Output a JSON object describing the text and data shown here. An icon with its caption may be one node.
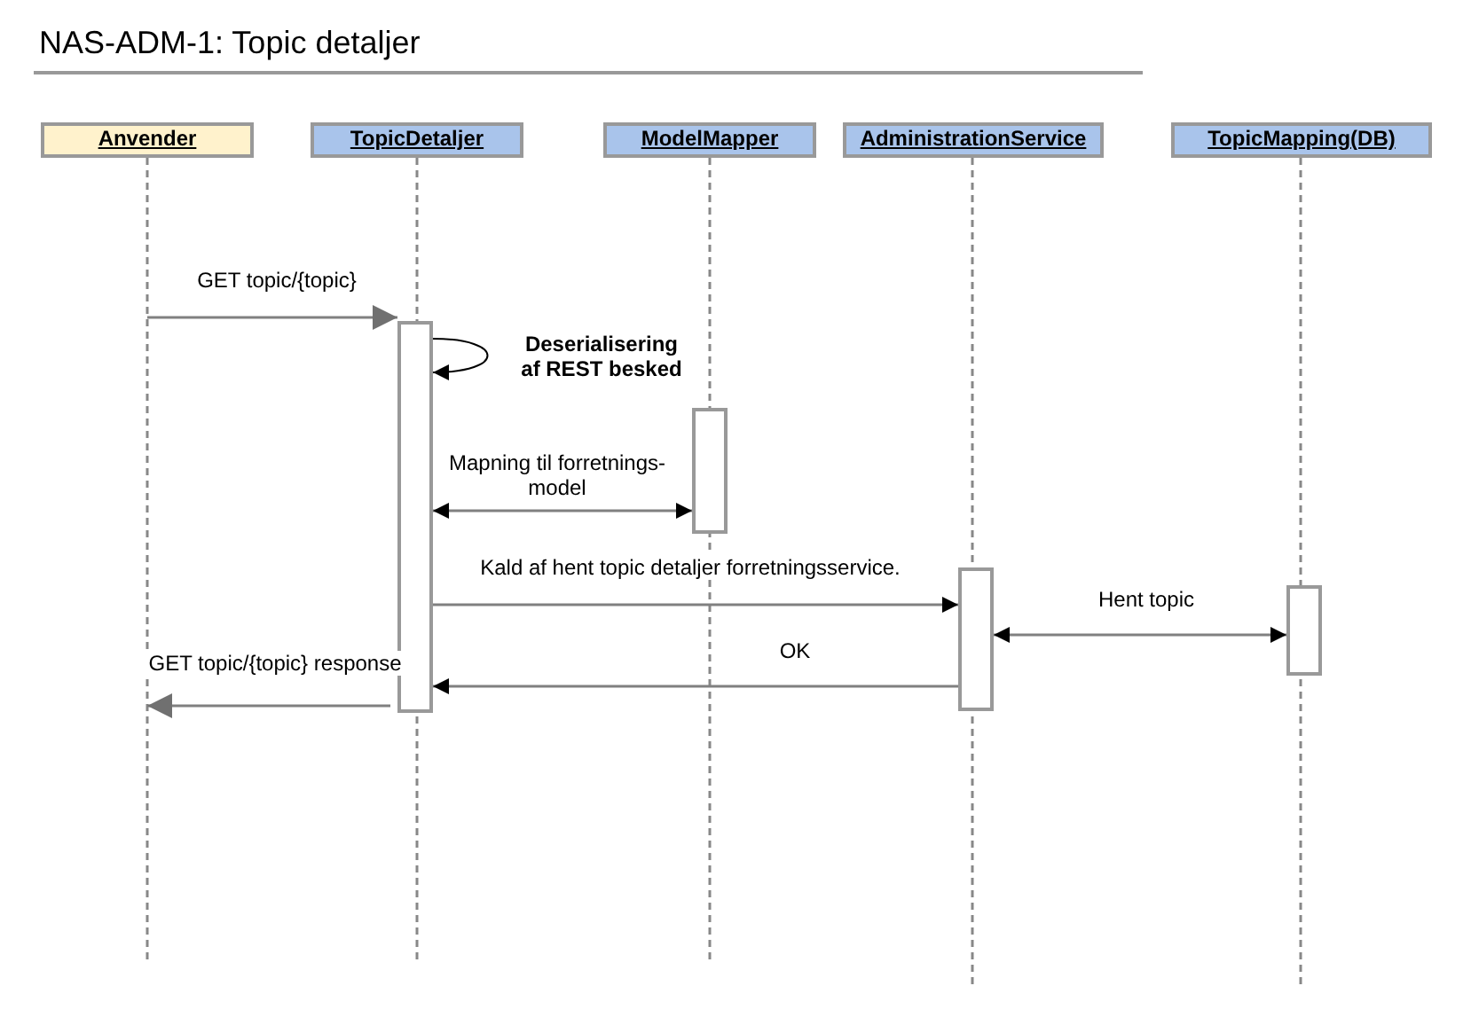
{
  "diagram": {
    "title": "NAS-ADM-1: Topic detaljer",
    "nodes": [
      {
        "text": [
          "Anvender"
        ]
      },
      {
        "text": [
          "TopicDetaljer"
        ]
      },
      {
        "text": [
          "ModelMapper"
        ]
      },
      {
        "text": [
          "AdministrationService"
        ]
      },
      {
        "text": [
          "TopicMapping(DB)"
        ]
      },
      {
        "text": [],
        "shape": "bar"
      },
      {
        "text": [],
        "shape": "bar"
      },
      {
        "text": [],
        "shape": "bar"
      },
      {
        "text": [],
        "shape": "bar"
      }
    ],
    "edges": [
      {
        "from": null,
        "to": 5,
        "arrow": "to",
        "label": "GET topic/{topic}"
      },
      {
        "from": 5,
        "to": 5,
        "arrow": "to",
        "color": "#000000",
        "label": "Deserialisering af REST besked"
      },
      {
        "from": 5,
        "to": 6,
        "arrow": "both",
        "label": "Mapning til forretnings- model"
      },
      {
        "from": 5,
        "to": 7,
        "arrow": "to",
        "label": "Kald af hent topic detaljer forretningsservice."
      },
      {
        "from": 7,
        "to": 8,
        "arrow": "both",
        "label": "Hent topic"
      },
      {
        "from": 7,
        "to": 5,
        "arrow": "to",
        "label": "OK"
      },
      {
        "from": 5,
        "to": null,
        "arrow": "to",
        "label": "GET topic/{topic} response"
      }
    ]
  }
}
